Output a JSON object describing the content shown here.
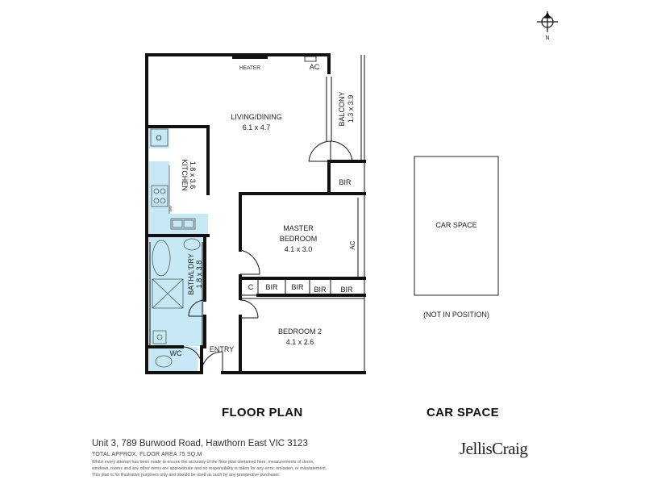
{
  "rooms": {
    "living": {
      "name": "LIVING/DINING",
      "size": "6.1 x 4.7"
    },
    "balcony": {
      "name": "BALCONY",
      "size": "1.3 x 3.9"
    },
    "kitchen": {
      "name": "KITCHEN",
      "size": "1.8 x 3.6"
    },
    "master": {
      "name": "MASTER",
      "name2": "BEDROOM",
      "size": "4.1 x 3.0"
    },
    "bath": {
      "name": "BATH/L'DRY",
      "size": "1.8 x 3.8"
    },
    "bedroom2": {
      "name": "BEDROOM 2",
      "size": "4.1 x 2.6"
    },
    "car": {
      "name": "CAR SPACE"
    }
  },
  "fixtures": {
    "heater": "HEATER",
    "ac_living": "AC",
    "ac_master": "AC",
    "bir_master": "BIR",
    "c": "C",
    "bir_a": "BIR",
    "bir_b": "BIR",
    "bir_c": "BIR",
    "bir_d": "BIR",
    "oven": "O",
    "dw": "DW",
    "wc": "WC",
    "entry": "ENTRY"
  },
  "car_note": "(NOT IN POSITION)",
  "compass": {
    "north": "N"
  },
  "captions": {
    "floor_plan": "FLOOR PLAN",
    "car_space": "CAR SPACE"
  },
  "footer": {
    "address": "Unit 3, 789 Burwood Road, Hawthorn East VIC 3123",
    "area": "TOTAL APPROX. FLOOR AREA 75 SQ.M",
    "disclaimer_1": "Whilst every attempt has been made to ensure the accuracy of the floor plan contained here, measurements of doors,",
    "disclaimer_2": "windows, rooms and any other items are approximate and no responsibility is taken for any error, omission, or misstatement.",
    "disclaimer_3": "This plan is for illustrative purposes only and should be used as such by any prospective purchaser."
  },
  "brand": {
    "logo": "JellisCraig"
  },
  "colors": {
    "wet_area": "#c6e9f5",
    "wall": "#111111"
  }
}
